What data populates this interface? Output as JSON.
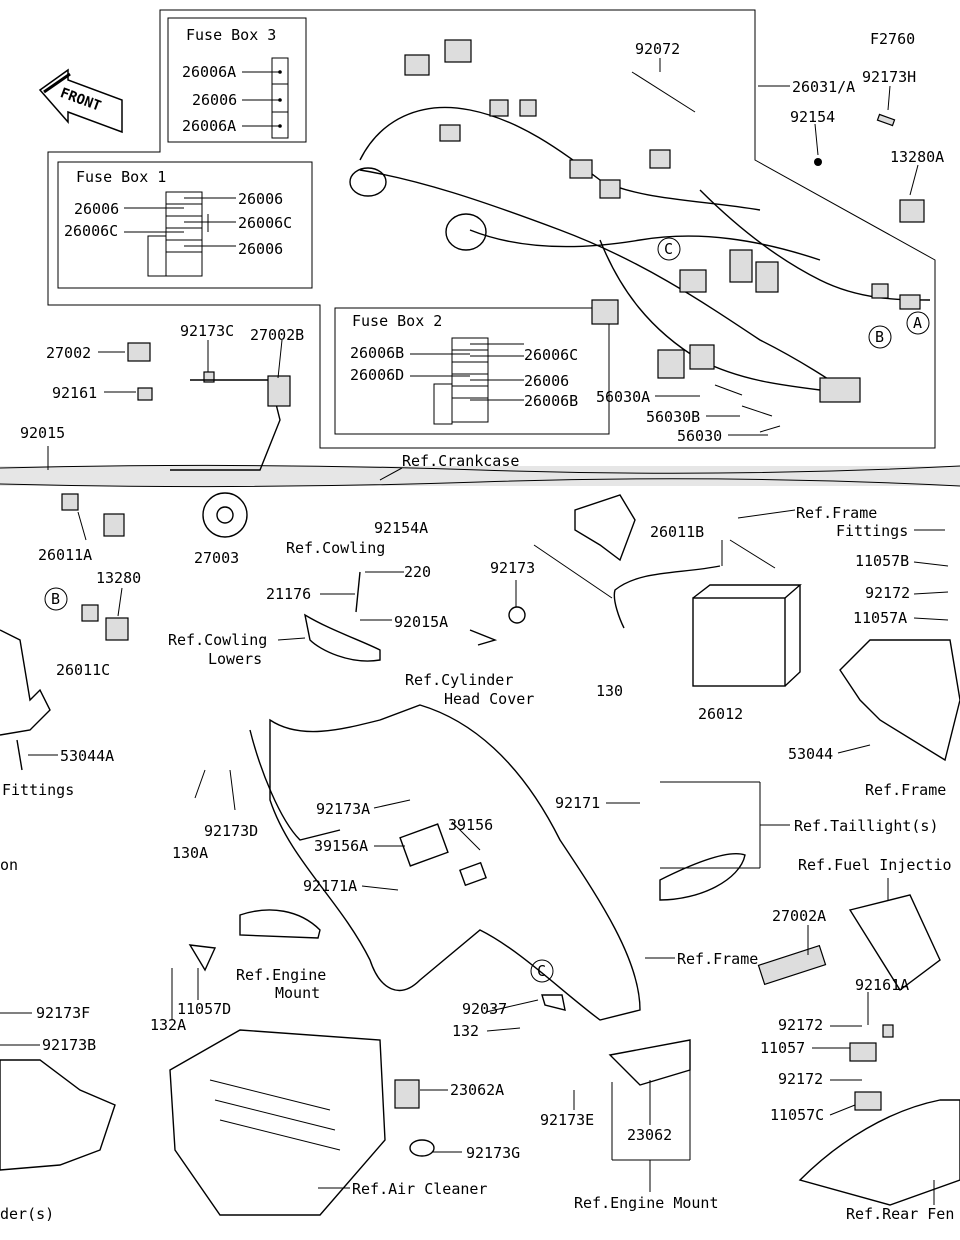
{
  "header": {
    "figure_code": "F2760",
    "front_arrow_label": "FRONT"
  },
  "fuse_boxes": {
    "box3": {
      "title": "Fuse Box 3",
      "labels": [
        "26006A",
        "26006",
        "26006A"
      ]
    },
    "box1": {
      "title": "Fuse Box 1",
      "labels": [
        "26006",
        "26006",
        "26006C",
        "26006C",
        "26006"
      ]
    },
    "box2": {
      "title": "Fuse Box 2",
      "labels": [
        "26006B",
        "26006C",
        "26006D",
        "26006",
        "26006B"
      ]
    }
  },
  "callouts": {
    "A": "A",
    "B": "B",
    "C": "C"
  },
  "labels": [
    {
      "id": "l1",
      "text": "92072"
    },
    {
      "id": "l2",
      "text": "26031/A"
    },
    {
      "id": "l3",
      "text": "92173H"
    },
    {
      "id": "l4",
      "text": "92154"
    },
    {
      "id": "l5",
      "text": "13280A"
    },
    {
      "id": "l6",
      "text": "56030A"
    },
    {
      "id": "l7",
      "text": "56030B"
    },
    {
      "id": "l8",
      "text": "56030"
    },
    {
      "id": "l9",
      "text": "27002"
    },
    {
      "id": "l10",
      "text": "92173C"
    },
    {
      "id": "l11",
      "text": "27002B"
    },
    {
      "id": "l12",
      "text": "92161"
    },
    {
      "id": "l13",
      "text": "92015"
    },
    {
      "id": "l14",
      "text": "Ref.Crankcase"
    },
    {
      "id": "l15",
      "text": "26011A"
    },
    {
      "id": "l16",
      "text": "27003"
    },
    {
      "id": "l17",
      "text": "Ref.Cowling"
    },
    {
      "id": "l18",
      "text": "92154A"
    },
    {
      "id": "l19",
      "text": "Ref.Frame"
    },
    {
      "id": "l20",
      "text": "Fittings"
    },
    {
      "id": "l21",
      "text": "11057B"
    },
    {
      "id": "l22",
      "text": "26011B"
    },
    {
      "id": "l23",
      "text": "13280"
    },
    {
      "id": "l24",
      "text": "21176"
    },
    {
      "id": "l25",
      "text": "220"
    },
    {
      "id": "l26",
      "text": "92173"
    },
    {
      "id": "l27",
      "text": "92172"
    },
    {
      "id": "l28",
      "text": "11057A"
    },
    {
      "id": "l29",
      "text": "26011C"
    },
    {
      "id": "l30",
      "text": "92015A"
    },
    {
      "id": "l31",
      "text": "Ref.Cowling"
    },
    {
      "id": "l32",
      "text": "Lowers"
    },
    {
      "id": "l33",
      "text": "Ref.Cylinder"
    },
    {
      "id": "l34",
      "text": "Head Cover"
    },
    {
      "id": "l35",
      "text": "130"
    },
    {
      "id": "l36",
      "text": "26012"
    },
    {
      "id": "l37",
      "text": "53044A"
    },
    {
      "id": "l38",
      "text": "53044"
    },
    {
      "id": "l39",
      "text": "Fittings"
    },
    {
      "id": "l40",
      "text": "Ref.Frame"
    },
    {
      "id": "l41",
      "text": "92171"
    },
    {
      "id": "l42",
      "text": "Ref.Taillight(s)"
    },
    {
      "id": "l43",
      "text": "92173A"
    },
    {
      "id": "l44",
      "text": "39156"
    },
    {
      "id": "l45",
      "text": "130A"
    },
    {
      "id": "l46",
      "text": "92173D"
    },
    {
      "id": "l47",
      "text": "39156A"
    },
    {
      "id": "l48",
      "text": "on"
    },
    {
      "id": "l49",
      "text": "Ref.Fuel Injectio"
    },
    {
      "id": "l50",
      "text": "92171A"
    },
    {
      "id": "l51",
      "text": "27002A"
    },
    {
      "id": "l52",
      "text": "Ref.Frame"
    },
    {
      "id": "l53",
      "text": "Ref.Engine"
    },
    {
      "id": "l54",
      "text": "Mount"
    },
    {
      "id": "l55",
      "text": "92161A"
    },
    {
      "id": "l56",
      "text": "92037"
    },
    {
      "id": "l57",
      "text": "132"
    },
    {
      "id": "l58",
      "text": "11057D"
    },
    {
      "id": "l59",
      "text": "132A"
    },
    {
      "id": "l60",
      "text": "92172"
    },
    {
      "id": "l61",
      "text": "92173F"
    },
    {
      "id": "l62",
      "text": "11057"
    },
    {
      "id": "l63",
      "text": "92173B"
    },
    {
      "id": "l64",
      "text": "23062A"
    },
    {
      "id": "l65",
      "text": "92172"
    },
    {
      "id": "l66",
      "text": "92173E"
    },
    {
      "id": "l67",
      "text": "11057C"
    },
    {
      "id": "l68",
      "text": "23062"
    },
    {
      "id": "l69",
      "text": "92173G"
    },
    {
      "id": "l70",
      "text": "Ref.Air Cleaner"
    },
    {
      "id": "l71",
      "text": "Ref.Engine Mount"
    },
    {
      "id": "l72",
      "text": "der(s)"
    },
    {
      "id": "l73",
      "text": "Ref.Rear Fen"
    }
  ]
}
